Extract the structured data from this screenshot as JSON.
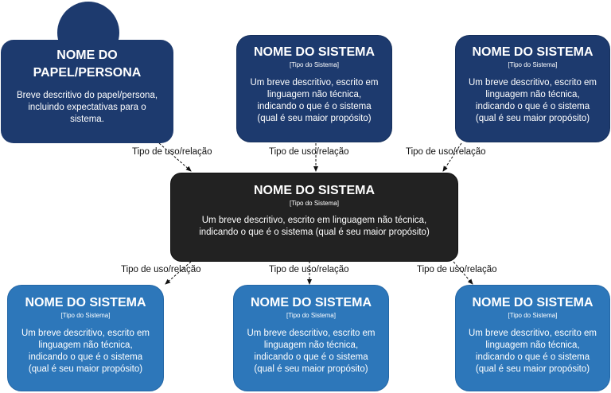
{
  "persona": {
    "title_line1": "NOME DO",
    "title_line2": "PAPEL/PERSONA",
    "desc_line1": "Breve descritivo do papel/persona,",
    "desc_line2": "incluindo expectativas para o",
    "desc_line3": "sistema."
  },
  "top_systems": [
    {
      "title": "NOME DO SISTEMA",
      "type": "[Tipo do Sistema]",
      "desc_line1": "Um breve descritivo, escrito em",
      "desc_line2": "linguagem não técnica,",
      "desc_line3": "indicando o que é o sistema",
      "desc_line4": "(qual é seu maior propósito)"
    },
    {
      "title": "NOME DO SISTEMA",
      "type": "[Tipo do Sistema]",
      "desc_line1": "Um breve descritivo, escrito em",
      "desc_line2": "linguagem não técnica,",
      "desc_line3": "indicando o que é o sistema",
      "desc_line4": "(qual é seu maior propósito)"
    }
  ],
  "central_system": {
    "title": "NOME DO SISTEMA",
    "type": "[Tipo do Sistema]",
    "desc_line1": "Um breve descritivo, escrito em linguagem não técnica,",
    "desc_line2": "indicando o que é o sistema (qual é seu maior propósito)"
  },
  "bottom_systems": [
    {
      "title": "NOME DO SISTEMA",
      "type": "[Tipo do Sistema]",
      "desc_line1": "Um breve descritivo, escrito em",
      "desc_line2": "linguagem não técnica,",
      "desc_line3": "indicando o que é o sistema",
      "desc_line4": "(qual é seu maior propósito)"
    },
    {
      "title": "NOME DO SISTEMA",
      "type": "[Tipo do Sistema]",
      "desc_line1": "Um breve descritivo, escrito em",
      "desc_line2": "linguagem não técnica,",
      "desc_line3": "indicando o que é o sistema",
      "desc_line4": "(qual é seu maior propósito)"
    },
    {
      "title": "NOME DO SISTEMA",
      "type": "[Tipo do Sistema]",
      "desc_line1": "Um breve descritivo, escrito em",
      "desc_line2": "linguagem não técnica,",
      "desc_line3": "indicando o que é o sistema",
      "desc_line4": "(qual é seu maior propósito)"
    }
  ],
  "relations": {
    "top_left": "Tipo de uso/relação",
    "top_middle": "Tipo de uso/relação",
    "top_right": "Tipo de uso/relação",
    "bottom_left": "Tipo de uso/relação",
    "bottom_middle": "Tipo de uso/relação",
    "bottom_right": "Tipo de uso/relação"
  },
  "colors": {
    "persona": "#1d3a6e",
    "external_system_top": "#1d3a6e",
    "central_system": "#222222",
    "external_system_bottom": "#2d77ba"
  }
}
